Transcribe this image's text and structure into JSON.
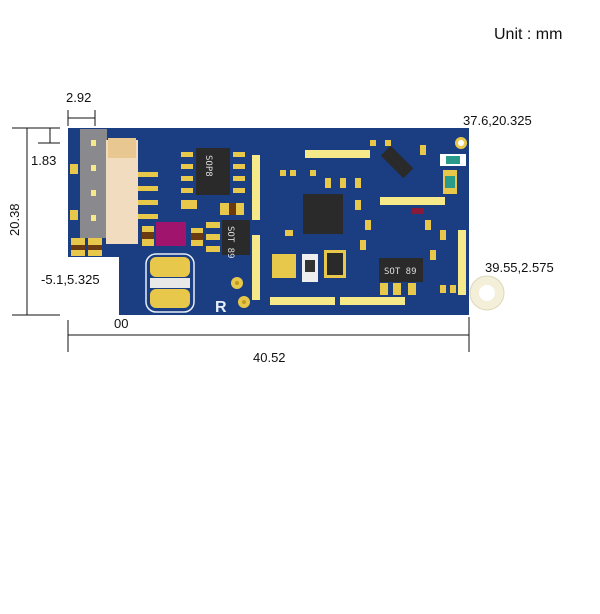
{
  "unit_label": "Unit : mm",
  "dimensions": {
    "connector_width": "2.92",
    "top_offset": "1.83",
    "board_height": "20.38",
    "board_width": "40.52",
    "cutout_corner": "-5.1,5.325",
    "origin": "00",
    "top_right_hole": "37.6,20.325",
    "mount_hole": "39.55,2.575"
  },
  "board_silkscreen": {
    "sop8": "SOP8",
    "sot89_left": "SOT 89",
    "sot89_right": "SOT 89",
    "mark_r": "R"
  },
  "colors": {
    "pcb": "#1b3d82",
    "pad": "#e8c84a"
  }
}
